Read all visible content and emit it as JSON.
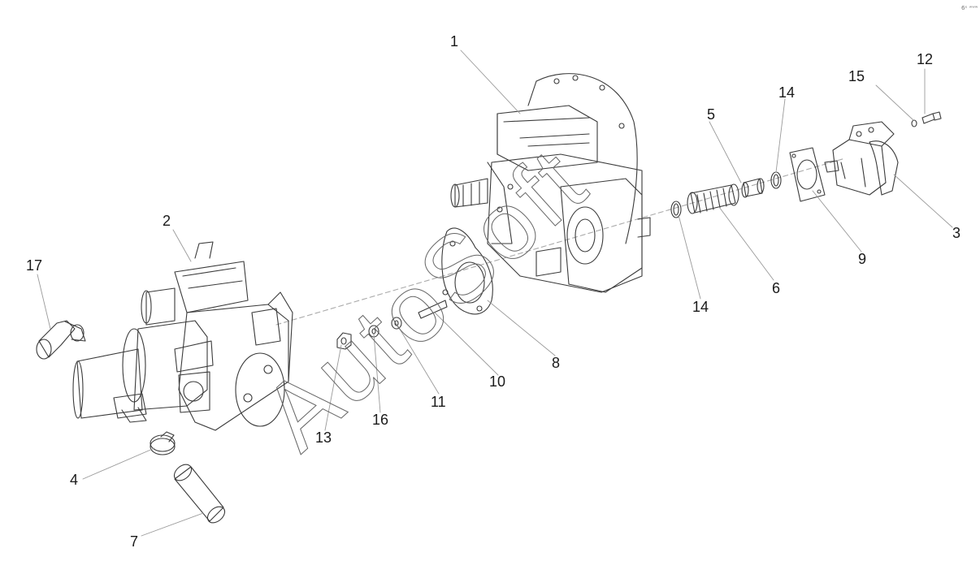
{
  "callouts": [
    {
      "id": "1",
      "label": "1"
    },
    {
      "id": "2",
      "label": "2"
    },
    {
      "id": "3",
      "label": "3"
    },
    {
      "id": "4",
      "label": "4"
    },
    {
      "id": "5",
      "label": "5"
    },
    {
      "id": "6",
      "label": "6"
    },
    {
      "id": "7",
      "label": "7"
    },
    {
      "id": "8",
      "label": "8"
    },
    {
      "id": "9",
      "label": "9"
    },
    {
      "id": "10",
      "label": "10"
    },
    {
      "id": "11",
      "label": "11"
    },
    {
      "id": "12",
      "label": "12"
    },
    {
      "id": "13",
      "label": "13"
    },
    {
      "id": "14a",
      "label": "14"
    },
    {
      "id": "14b",
      "label": "14"
    },
    {
      "id": "15",
      "label": "15"
    },
    {
      "id": "16",
      "label": "16"
    },
    {
      "id": "17",
      "label": "17"
    }
  ],
  "watermark": "AutoSoft",
  "corner_mark": "6ᵉ ʷʷʷ",
  "colors": {
    "line": "#3a3a3a",
    "leader": "#9a9a9a",
    "background": "#ffffff"
  }
}
